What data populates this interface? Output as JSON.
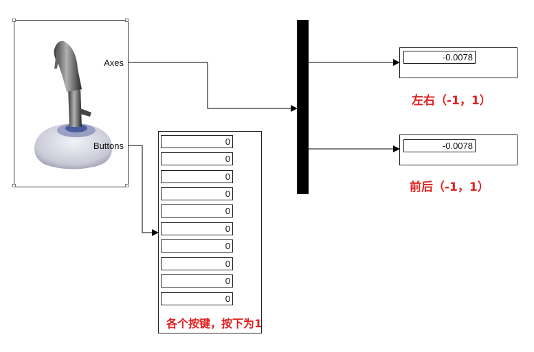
{
  "joystick_block": {
    "ports": {
      "axes": "Axes",
      "buttons": "Buttons"
    },
    "icon": "joystick-icon"
  },
  "display_lr": {
    "value": "-0.0078",
    "label": "左右（-1，1）"
  },
  "display_fb": {
    "value": "-0.0078",
    "label": "前后（-1，1）"
  },
  "buttons_display": {
    "values": [
      "0",
      "0",
      "0",
      "0",
      "0",
      "0",
      "0",
      "0",
      "0",
      "0"
    ],
    "label": "各个按键，按下为1"
  },
  "colors": {
    "annotation": "#e02020",
    "wire": "#000000",
    "mux": "#000000"
  }
}
